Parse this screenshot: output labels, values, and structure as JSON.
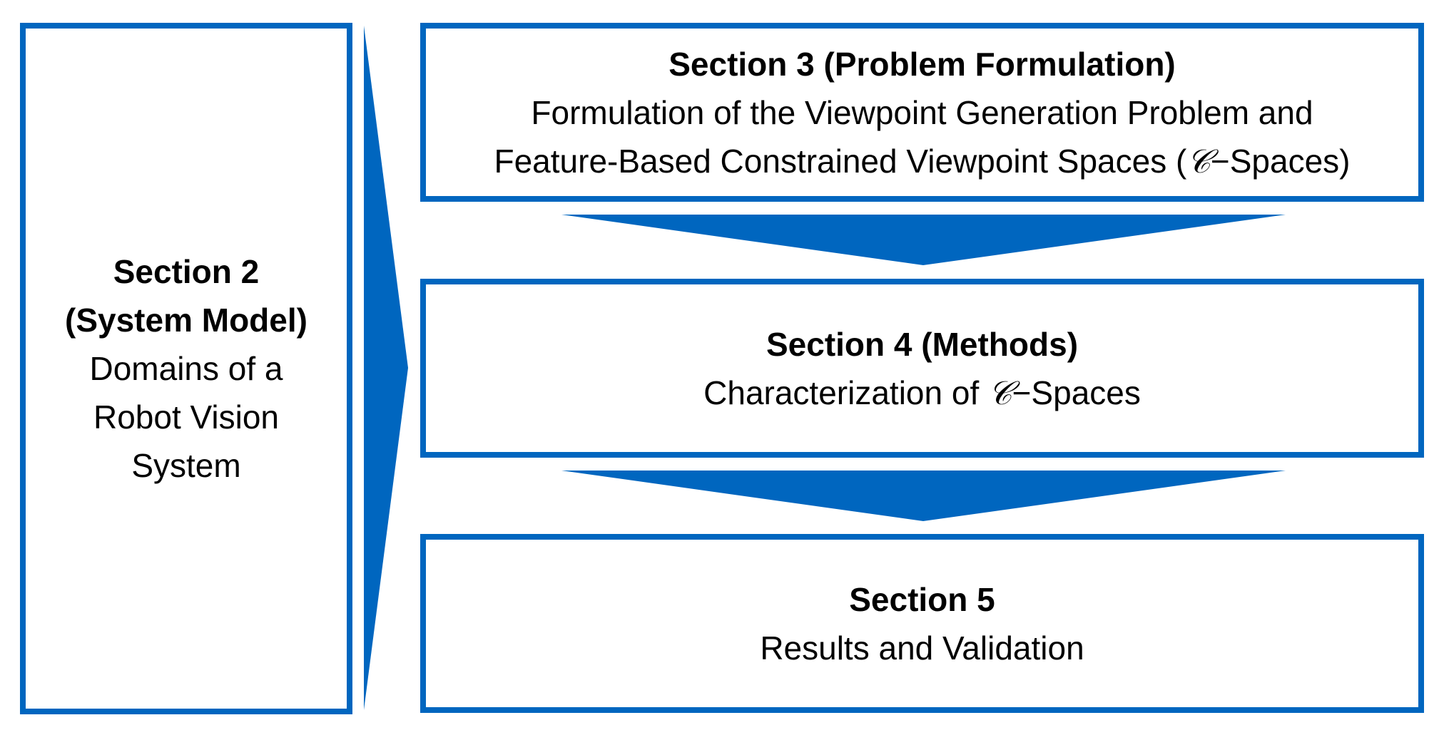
{
  "section2": {
    "title_line1": "Section 2",
    "title_line2": "(System Model)",
    "body_line1": "Domains of a",
    "body_line2": "Robot Vision",
    "body_line3": "System"
  },
  "section3": {
    "title": "Section 3 (Problem Formulation)",
    "body_line1": "Formulation of the Viewpoint Generation Problem and",
    "body_line2_prefix": "Feature-Based Constrained Viewpoint Spaces (",
    "symbol": "𝒞",
    "body_line2_suffix": "−Spaces)"
  },
  "section4": {
    "title": "Section 4 (Methods)",
    "body_prefix": "Characterization of ",
    "symbol": "𝒞",
    "body_suffix": "−Spaces"
  },
  "section5": {
    "title": "Section 5",
    "body": "Results and Validation"
  },
  "colors": {
    "accent": "#0066bf"
  }
}
